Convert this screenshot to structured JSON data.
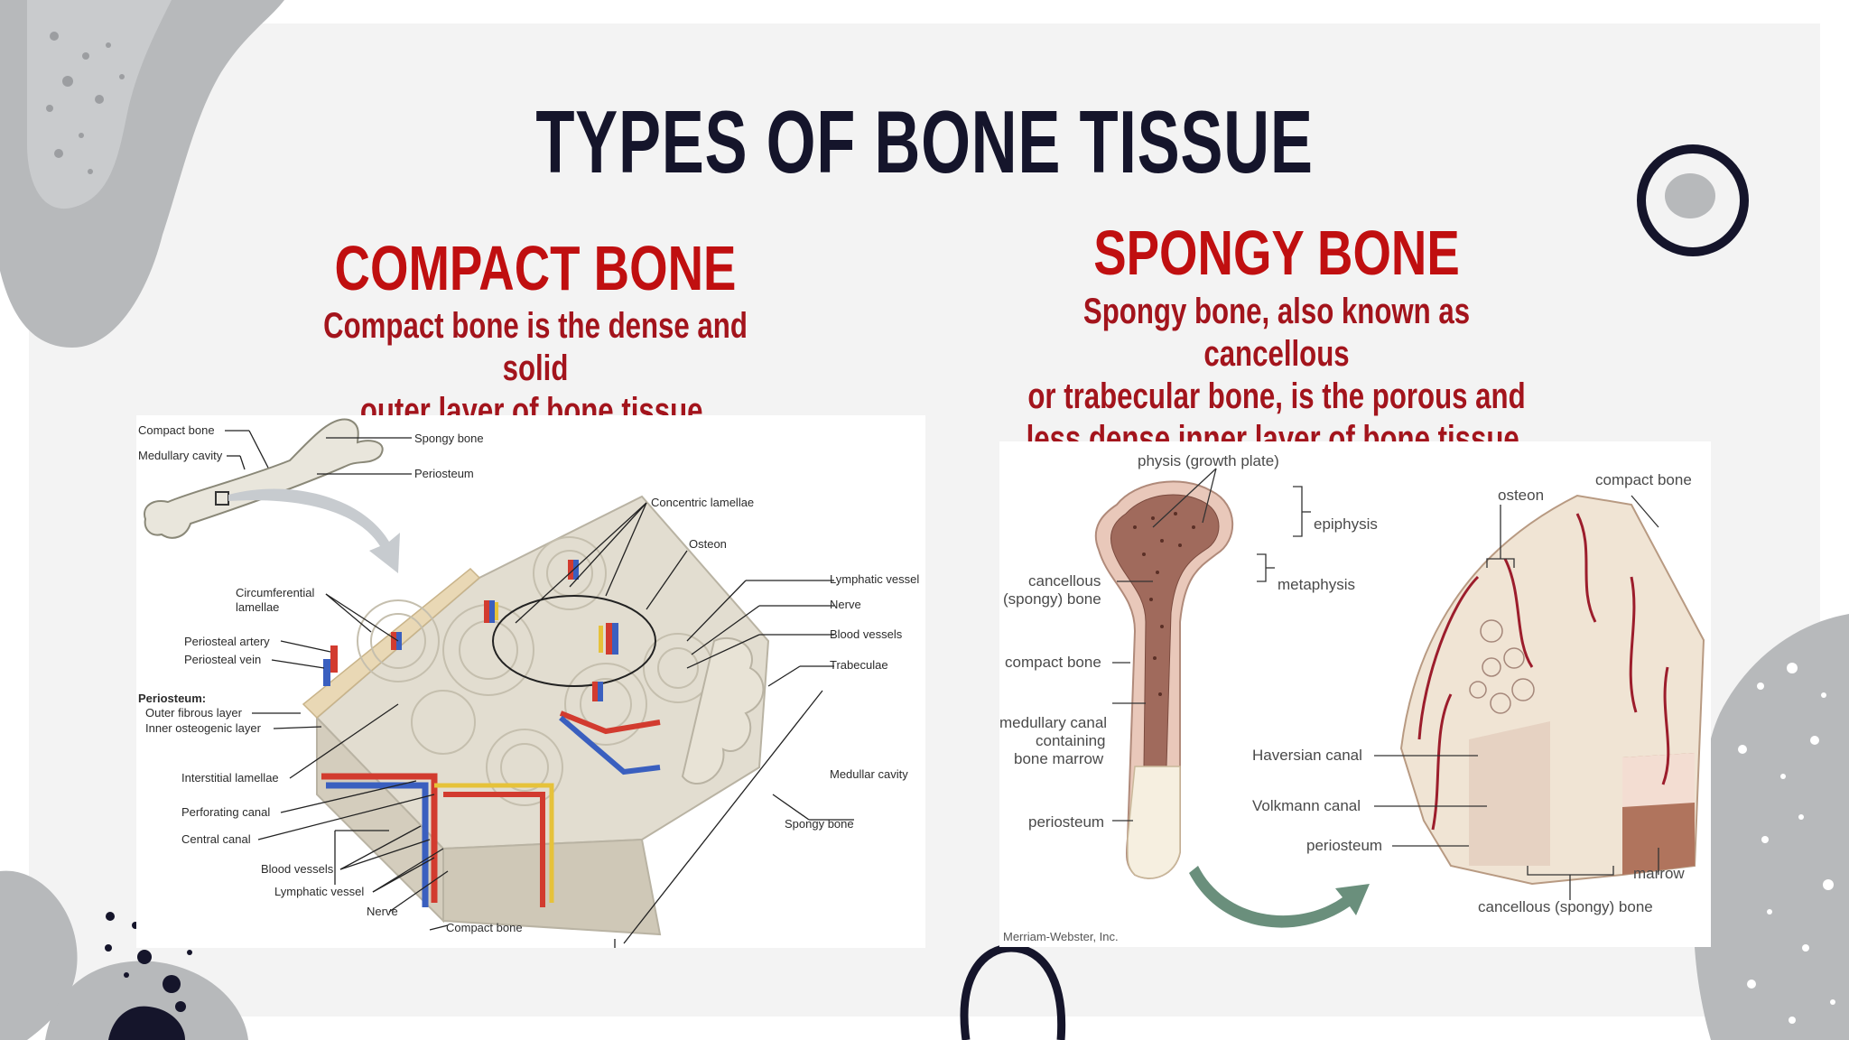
{
  "slide": {
    "title": "TYPES OF BONE TISSUE",
    "compact": {
      "heading": "COMPACT BONE",
      "description_line1": "Compact bone is the dense and solid",
      "description_line2": "outer layer of bone tissue."
    },
    "spongy": {
      "heading": "SPONGY BONE",
      "description_line1": "Spongy bone, also known as cancellous",
      "description_line2": "or trabecular bone, is the porous and",
      "description_line3": "less dense inner layer of bone tissue."
    }
  },
  "compact_figure": {
    "labels": {
      "compact_bone_top": "Compact bone",
      "spongy_bone_top": "Spongy bone",
      "medullary_cavity_top": "Medullary cavity",
      "periosteum_top": "Periosteum",
      "concentric_lamellae": "Concentric lamellae",
      "osteon": "Osteon",
      "lymphatic_vessel_right": "Lymphatic vessel",
      "nerve_right": "Nerve",
      "blood_vessels_right": "Blood vessels",
      "trabeculae": "Trabeculae",
      "circumferential_lamellae": "Circumferential lamellae",
      "circumferential_line1": "Circumferential",
      "circumferential_line2": "lamellae",
      "periosteal_artery": "Periosteal artery",
      "periosteal_vein": "Periosteal vein",
      "periosteum_heading": "Periosteum:",
      "outer_fibrous_layer": "Outer fibrous layer",
      "inner_osteogenic_layer": "Inner osteogenic layer",
      "interstitial_lamellae": "Interstitial lamellae",
      "perforating_canal": "Perforating canal",
      "central_canal": "Central canal",
      "blood_vessels_bottom": "Blood vessels",
      "lymphatic_vessel_bottom": "Lymphatic vessel",
      "nerve_bottom": "Nerve",
      "compact_bone_bottom": "Compact bone",
      "medullar_cavity": "Medullar cavity",
      "spongy_bone_bottom": "Spongy bone"
    }
  },
  "spongy_figure": {
    "labels": {
      "physis": "physis (growth plate)",
      "epiphysis": "epiphysis",
      "metaphysis": "metaphysis",
      "cancellous_line1": "cancellous",
      "cancellous_line2": "(spongy) bone",
      "compact_bone": "compact bone",
      "medullary_line1": "medullary canal",
      "medullary_line2": "containing",
      "medullary_line3": "bone marrow",
      "periosteum_left": "periosteum",
      "osteon": "osteon",
      "compact_bone_right": "compact bone",
      "haversian_canal": "Haversian canal",
      "volkmann_canal": "Volkmann canal",
      "periosteum_right": "periosteum",
      "marrow": "marrow",
      "cancellous_bottom": "cancellous (spongy) bone",
      "credit": "Merriam-Webster, Inc."
    }
  },
  "colors": {
    "title": "#15152b",
    "heading_red": "#c00f10",
    "description_red": "#a3141c",
    "panel": "#f3f3f3",
    "blob_gray": "#b7b9bb",
    "ring_navy": "#15152b"
  }
}
